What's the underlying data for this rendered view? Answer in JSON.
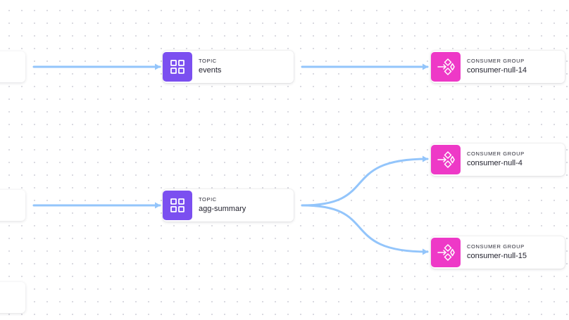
{
  "colors": {
    "topic_accent": "#7b4ff0",
    "consumer_accent": "#ee39c7",
    "edge": "#93c5fb"
  },
  "nodes": {
    "topic_events": {
      "type_label": "TOPIC",
      "name": "events",
      "icon": "topic-grid-icon"
    },
    "topic_agg_summary": {
      "type_label": "TOPIC",
      "name": "agg-summary",
      "icon": "topic-grid-icon"
    },
    "consumer_null_14": {
      "type_label": "CONSUMER GROUP",
      "name": "consumer-null-14",
      "icon": "consumer-group-icon"
    },
    "consumer_null_4": {
      "type_label": "CONSUMER GROUP",
      "name": "consumer-null-4",
      "icon": "consumer-group-icon"
    },
    "consumer_null_15": {
      "type_label": "CONSUMER GROUP",
      "name": "consumer-null-15",
      "icon": "consumer-group-icon"
    }
  },
  "edges": [
    {
      "from": "upstream-1",
      "to": "topic_events"
    },
    {
      "from": "topic_events",
      "to": "consumer_null_14"
    },
    {
      "from": "upstream-2",
      "to": "topic_agg_summary"
    },
    {
      "from": "topic_agg_summary",
      "to": "consumer_null_4"
    },
    {
      "from": "topic_agg_summary",
      "to": "consumer_null_15"
    }
  ]
}
